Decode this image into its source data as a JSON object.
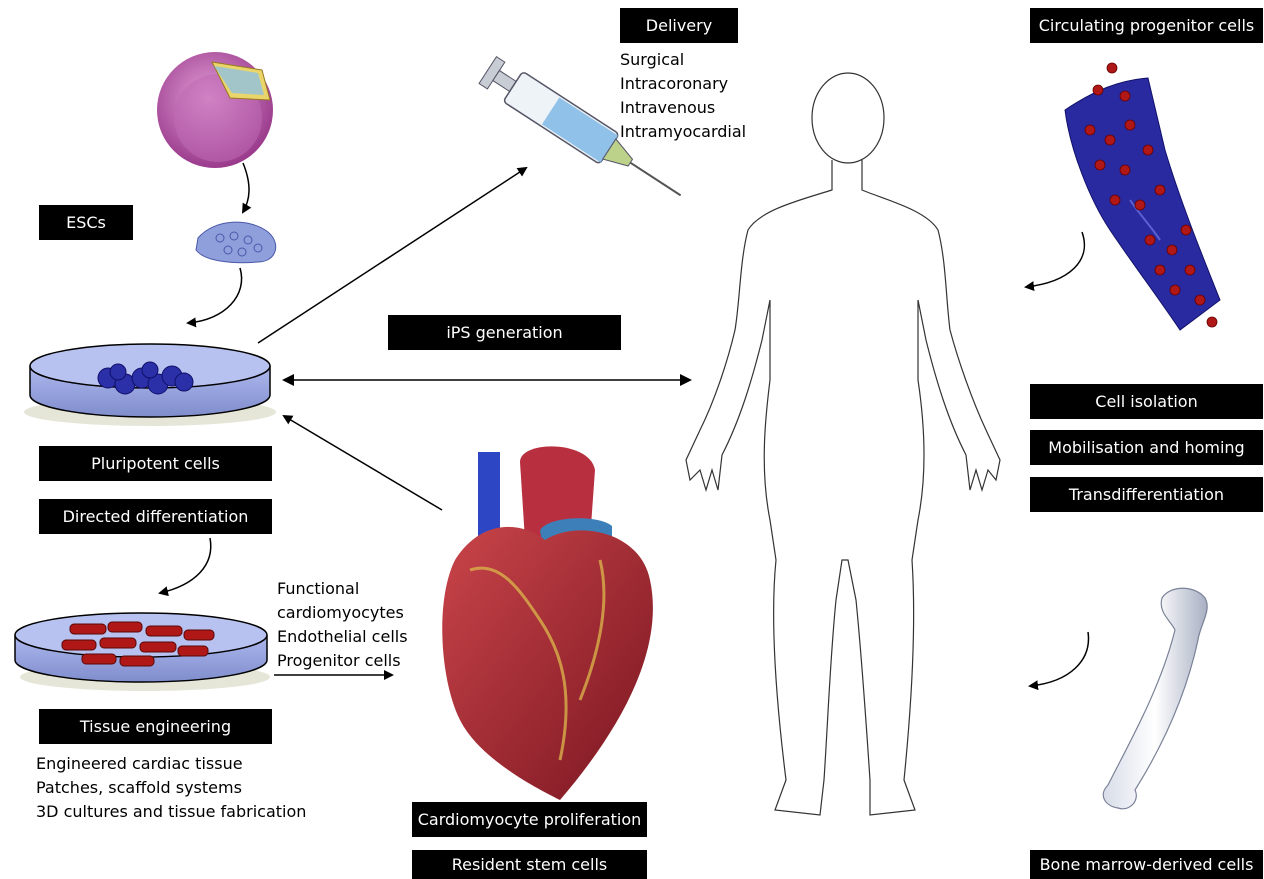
{
  "labels": {
    "escs": "ESCs",
    "delivery": "Delivery",
    "circulating": "Circulating progenitor cells",
    "ips_generation": "iPS generation",
    "pluripotent": "Pluripotent cells",
    "directed_diff": "Directed differentiation",
    "tissue_eng": "Tissue engineering",
    "cell_isolation": "Cell isolation",
    "mobilisation": "Mobilisation and homing",
    "transdiff": "Transdifferentiation",
    "cardio_prolif": "Cardiomyocyte proliferation",
    "resident": "Resident stem cells",
    "bone_marrow": "Bone marrow-derived cells"
  },
  "delivery_methods": [
    "Surgical",
    "Intracoronary",
    "Intravenous",
    "Intramyocardial"
  ],
  "derived_cells": [
    "Functional",
    "cardiomyocytes",
    "Endothelial cells",
    "Progenitor cells"
  ],
  "tissue_items": [
    "Engineered cardiac tissue",
    "Patches, scaffold systems",
    "3D cultures and tissue fabrication"
  ],
  "colors": {
    "label_bg": "#000000",
    "label_text": "#ffffff",
    "dish": "#9aa8e0",
    "cell_blue": "#2b2fa8",
    "cell_red": "#b01818",
    "blastocyst": "#b04aa0",
    "heart": "#a8222e",
    "vessel": "#2a2aa0"
  }
}
